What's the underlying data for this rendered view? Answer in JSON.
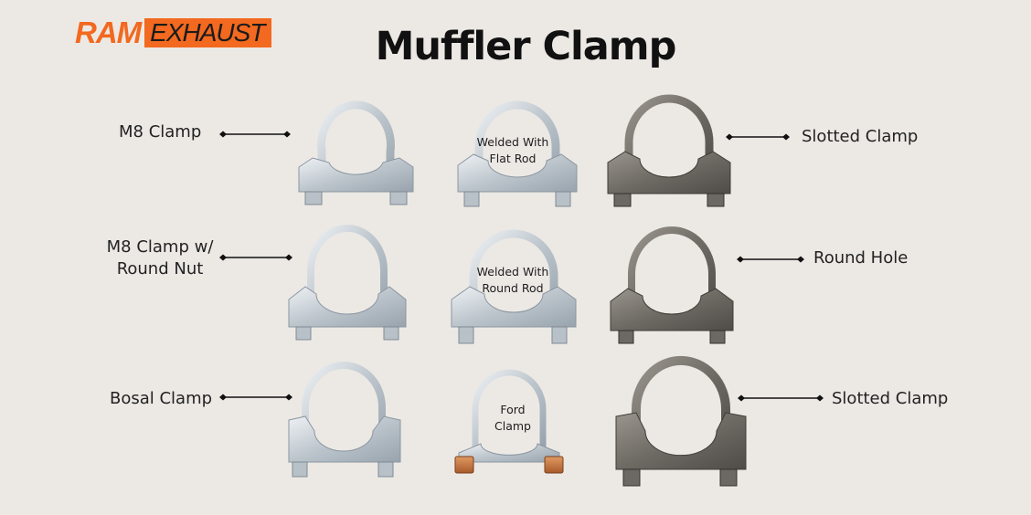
{
  "brand": {
    "ram": "RAM",
    "exhaust": "EXHAUST"
  },
  "title": "Muffler Clamp",
  "labels": {
    "m8": "M8 Clamp",
    "m8_round_line1": "M8 Clamp w/",
    "m8_round_line2": "Round Nut",
    "bosal": "Bosal Clamp",
    "slotted_top": "Slotted Clamp",
    "round_hole": "Round Hole",
    "slotted_bottom": "Slotted Clamp"
  },
  "inner_labels": {
    "flat_line1": "Welded With",
    "flat_line2": "Flat Rod",
    "round_line1": "Welded With",
    "round_line2": "Round Rod",
    "ford_line1": "Ford",
    "ford_line2": "Clamp"
  },
  "colors": {
    "brand_orange": "#f2691f",
    "background": "#ece9e5",
    "galvanized": "#c9d0d6",
    "raw_steel": "#77736d",
    "copper_nut": "#c6713a"
  }
}
